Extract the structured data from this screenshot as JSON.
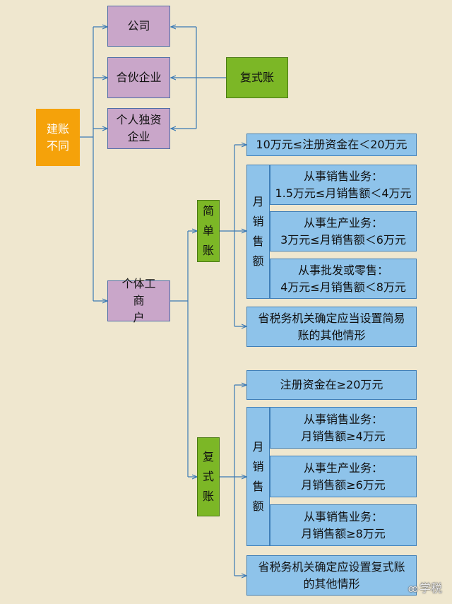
{
  "root": "建账\n不同",
  "entities": [
    "公司",
    "合伙企业",
    "个人独资\n企业",
    "个体工\n商\n户"
  ],
  "double_entry": "复式账",
  "simple_branch": {
    "title": "简\n单\n账",
    "capital": "10万元≤注册资金在＜20万元",
    "monthly_label": "月\n销\n售\n额",
    "items": [
      "从事销售业务：\n1.5万元≤月销售额＜4万元",
      "从事生产业务：\n3万元≤月销售额＜6万元",
      "从事批发或零售：\n4万元≤月销售额＜8万元"
    ],
    "other": "省税务机关确定应当设置简易\n账的其他情形"
  },
  "double_branch": {
    "title": "复\n式\n账",
    "capital": "注册资金在≥20万元",
    "monthly_label": "月\n销\n售\n额",
    "items": [
      "从事销售业务：\n月销售额≥4万元",
      "从事生产业务：\n月销售额≥6万元",
      "从事销售业务：\n月销售额≥8万元"
    ],
    "other": "省税务机关确定应设置复式账\n的其他情形"
  },
  "watermark": "学税",
  "watermark_icon": "eye-icon",
  "colors": {
    "root": "#f5a20a",
    "entity": "#c9a6c9",
    "green": "#7cb726",
    "condition": "#8ec3ea",
    "line": "#3a7ab5"
  }
}
